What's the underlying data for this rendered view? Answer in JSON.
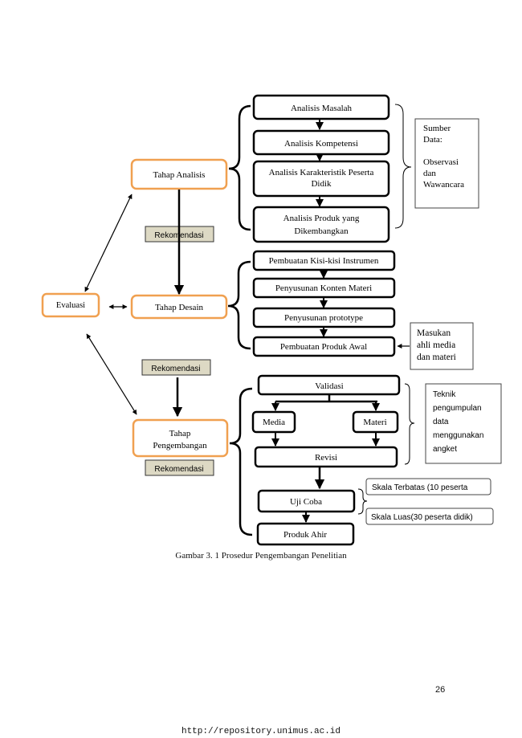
{
  "analysis_steps": [
    {
      "lines": [
        "Analisis Masalah"
      ]
    },
    {
      "lines": [
        "Analisis Kompetensi"
      ]
    },
    {
      "lines": [
        "Analisis Karakteristik Peserta",
        "Didik"
      ]
    },
    {
      "lines": [
        "Analisis Produk yang",
        "Dikembangkan"
      ]
    }
  ],
  "sumber_data_note": [
    "Sumber",
    "Data:",
    "",
    "Observasi",
    "dan",
    "Wawancara"
  ],
  "phases": {
    "analisis": [
      "Tahap Analisis"
    ],
    "desain": [
      "Tahap Desain"
    ],
    "pengembangan": [
      "Tahap",
      "Pengembangan"
    ]
  },
  "evaluasi_label": "Evaluasi",
  "rekomendasi_labels": [
    "Rekomendasi",
    "Rekomendasi",
    "Rekomendasi"
  ],
  "design_steps": [
    "Pembuatan Kisi-kisi Instrumen",
    "Penyusunan Konten Materi",
    "Penyusunan prototype",
    "Pembuatan Produk Awal"
  ],
  "masukan_note": [
    "Masukan",
    "ahli media",
    "dan materi"
  ],
  "development_steps": {
    "validasi": "Validasi",
    "media": "Media",
    "materi": "Materi",
    "revisi": "Revisi",
    "uji_coba": "Uji Coba",
    "produk_ahir": "Produk Ahir"
  },
  "teknik_note": [
    "Teknik",
    "pengumpulan",
    "data",
    "menggunakan",
    "angket"
  ],
  "skala_labels": [
    "Skala Terbatas (10 peserta",
    "Skala Luas(30 peserta didik)"
  ],
  "caption": "Gambar 3. 1 Prosedur Pengembangan Penelitian",
  "page_number": "26",
  "footer_url": "http://repository.unimus.ac.id",
  "colors": {
    "phase_border": "#F0A050",
    "rekomendasi_fill": "#DDD9C4",
    "box_border": "#000000",
    "note_border": "#444444"
  }
}
